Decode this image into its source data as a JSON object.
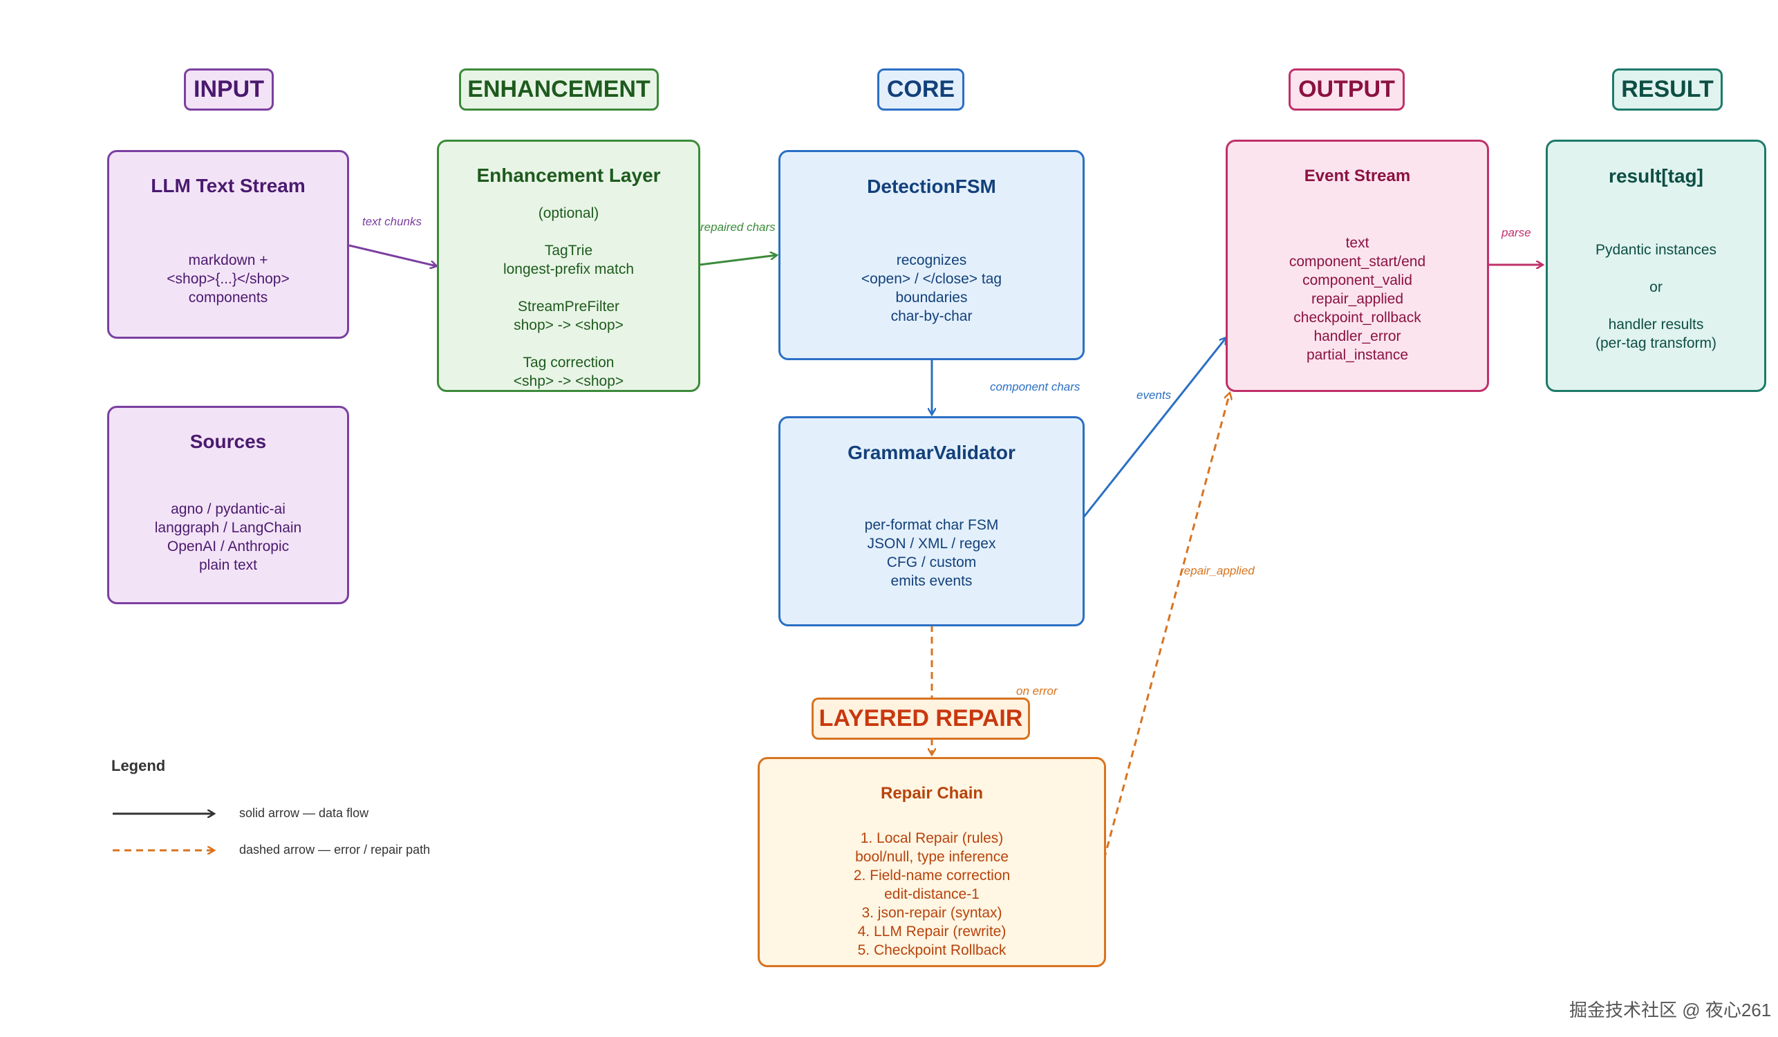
{
  "stages": {
    "input": "INPUT",
    "enhancement": "ENHANCEMENT",
    "core": "CORE",
    "output": "OUTPUT",
    "result": "RESULT",
    "repair": "LAYERED REPAIR"
  },
  "nodes": {
    "llm_stream": {
      "title": "LLM Text Stream",
      "body": "markdown +\n<shop>{...}</shop>\ncomponents"
    },
    "sources": {
      "title": "Sources",
      "body": "agno / pydantic-ai\nlanggraph / LangChain\nOpenAI / Anthropic\nplain text"
    },
    "enhancement": {
      "title": "Enhancement Layer",
      "body": "(optional)\n\nTagTrie\nlongest-prefix match\n\nStreamPreFilter\nshop> -> <shop>\n\nTag correction\n<shp> -> <shop>"
    },
    "detection": {
      "title": "DetectionFSM",
      "body": "recognizes\n<open> / </close> tag\nboundaries\nchar-by-char"
    },
    "grammar": {
      "title": "GrammarValidator",
      "body": "per-format char FSM\nJSON / XML / regex\nCFG / custom\nemits events"
    },
    "event_stream": {
      "title": "Event Stream",
      "body": "text\ncomponent_start/end\ncomponent_valid\nrepair_applied\ncheckpoint_rollback\nhandler_error\npartial_instance"
    },
    "result": {
      "title": "result[tag]",
      "body": "Pydantic instances\n\nor\n\nhandler results\n(per-tag transform)"
    },
    "repair_chain": {
      "title": "Repair Chain",
      "body": "1. Local Repair (rules)\n   bool/null, type inference\n2. Field-name correction\n   edit-distance-1\n3. json-repair (syntax)\n4. LLM Repair (rewrite)\n5. Checkpoint Rollback"
    }
  },
  "edge_labels": {
    "text_chunks": "text chunks",
    "repaired_chars": "repaired chars",
    "component_chars": "component chars",
    "events": "events",
    "parse": "parse",
    "on_error": "on error",
    "repair_applied": "repair_applied"
  },
  "legend": {
    "title": "Legend",
    "solid": "solid arrow — data flow",
    "dashed": "dashed arrow — error / repair path"
  },
  "watermark": "掘金技术社区 @ 夜心261",
  "colors": {
    "input": "#7b3fa0",
    "enhancement": "#3b8a3a",
    "core": "#2a6fc4",
    "output": "#c0306a",
    "result": "#1d7a6a",
    "repair": "#d8731f"
  }
}
